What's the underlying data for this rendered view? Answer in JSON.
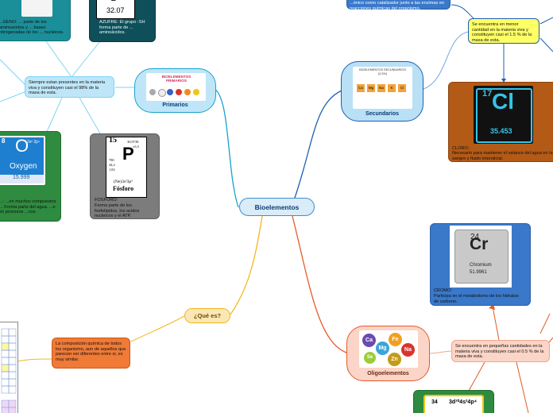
{
  "center": {
    "label": "Bioelementos"
  },
  "what_is": {
    "label": "¿Qué es?",
    "definition": "La composición química de todos los organismo, aun de aquellos que parecen ser diferentes entre si, es muy similar."
  },
  "primarios": {
    "label": "Primarios",
    "image_title": "BIOELEMENTOS PRIMARIOS",
    "description": "Siempre estan presentes en la materia viva y constituyen casi el 98% de la masa de esta.",
    "oxygen": {
      "symbol": "O",
      "name": "Oxygen",
      "number": "8",
      "config": "2s² 2p⁴",
      "mass": "15.999",
      "text": "...: ...en muchos compuestos ... Forma parte del agua. ...e en procesos ...cos."
    },
    "phosphorus": {
      "number": "15",
      "symbol": "P",
      "name": "Fósforo",
      "mass_top": "30,9738",
      "valence": "±3,5",
      "left_values": [
        "780",
        "44,2",
        "1,82"
      ],
      "config": "(Ne)3s²3p³",
      "title": "FOSFORO:",
      "text": "Forma parte de los fosfolípidos, los acidos nucleicos y el ATP."
    },
    "nitrogen": {
      "text": "...GENO: ... parte de los aminoacidos y ... bases nitrogenadas de los ... nucleicos."
    },
    "sulfur": {
      "symbol": "S",
      "mass": "32.07",
      "text": "AZUFRE: El grupo -SH forma parte de ... aminoácidos."
    }
  },
  "secundarios": {
    "label": "Secundarios",
    "image_title": "BIOELEMENTOS SECUNDARIOS",
    "image_subtitle": "(2,5%)",
    "image_symbols": [
      "Ca",
      "Mg",
      "Na",
      "K",
      "Cl"
    ],
    "description": "Se encuentra en menor cantidad en la materia viva y constituyen casi el 1.5 % de la masa de esta.",
    "top_text": "...ónico como catalizador junto a las enzimas en reacciones químicas del organismo.",
    "chlorine": {
      "number": "17",
      "symbol": "Cl",
      "mass": "35.453",
      "title": "CLORO:",
      "text": "Necesario para mantener el valance del agua en la sangre y fluido intersticial."
    }
  },
  "oligoelementos": {
    "label": "Oligoelementos",
    "image_symbols": [
      "Ca",
      "Fe",
      "Mg",
      "Na",
      "Se",
      "Zn"
    ],
    "description": "Se encuentra en pequeñas cantidades en la materia viva  y constituyen casi el 0.5 % de la masa de esta.",
    "chromium": {
      "number": "24",
      "symbol": "Cr",
      "name": "Chromium",
      "mass": "51.9961",
      "title": "CROMO:",
      "text": "Participa en el metabolismo de los hidratos de carbono."
    },
    "selenium": {
      "number": "34",
      "config": "3d¹⁰4s²4p⁴"
    }
  },
  "colors": {
    "center": "#d9ecf7",
    "primarios": "#bfe6f8",
    "secundarios": "#b9e0f5",
    "oligo": "#fbd5c7",
    "qes": "#fbe7b5",
    "teal": "#1a8f99",
    "green": "#2e8b3f",
    "gray": "#7c7c7c",
    "darkteal": "#0f4f5a",
    "brown": "#b35a17",
    "blue": "#3a78c9",
    "orange": "#f07a36",
    "yellow": "#ffff66"
  }
}
